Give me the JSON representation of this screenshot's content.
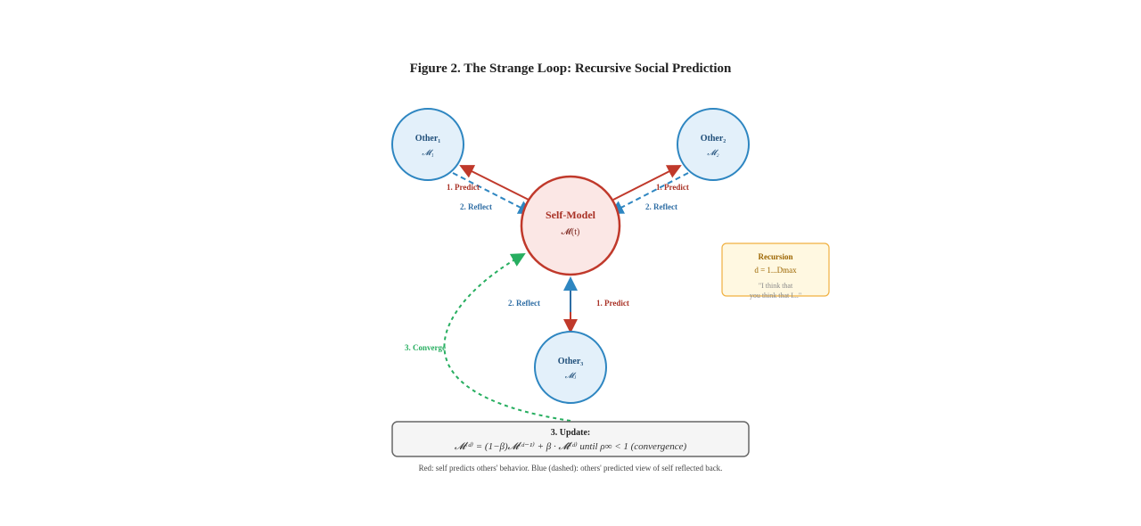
{
  "figure": {
    "title": "Figure 2. The Strange Loop: Recursive Social Prediction",
    "caption": "Red: self predicts others' behavior. Blue (dashed): others' predicted view of self reflected back."
  },
  "self_node": {
    "title": "Self-Model",
    "sub": "𝓜(t)"
  },
  "other_nodes": [
    {
      "title": "Other₁",
      "sub": "𝓜₁"
    },
    {
      "title": "Other₂",
      "sub": "𝓜₂"
    },
    {
      "title": "Other₃",
      "sub": "𝓜ⱼ"
    }
  ],
  "edge_labels": {
    "predict_1": "1. Predict",
    "reflect_1": "2. Reflect",
    "predict_2": "1. Predict",
    "reflect_2": "2. Reflect",
    "predict_3": "1. Predict",
    "reflect_3": "2. Reflect",
    "converge": "3. Converge"
  },
  "recursion_box": {
    "title": "Recursion",
    "depth": "d = 1...Dmax",
    "quote_line1": "\"I think that",
    "quote_line2": "you think that I...\""
  },
  "update_box": {
    "title": "3. Update:",
    "equation": "𝓜⁽ᵈ⁾ = (1−β)𝓜⁽ᵈ⁻¹⁾ + β · 𝓜̂⁽ᵈ⁾ until ρ∞ < 1 (convergence)"
  },
  "colors": {
    "predict": "#c0392b",
    "reflect": "#2e86c1",
    "converge": "#27ae60",
    "other_fill": "#e3f0fa",
    "self_fill": "#fbe7e5",
    "recursion_fill": "#fff8e1",
    "recursion_stroke": "#f0b040"
  }
}
